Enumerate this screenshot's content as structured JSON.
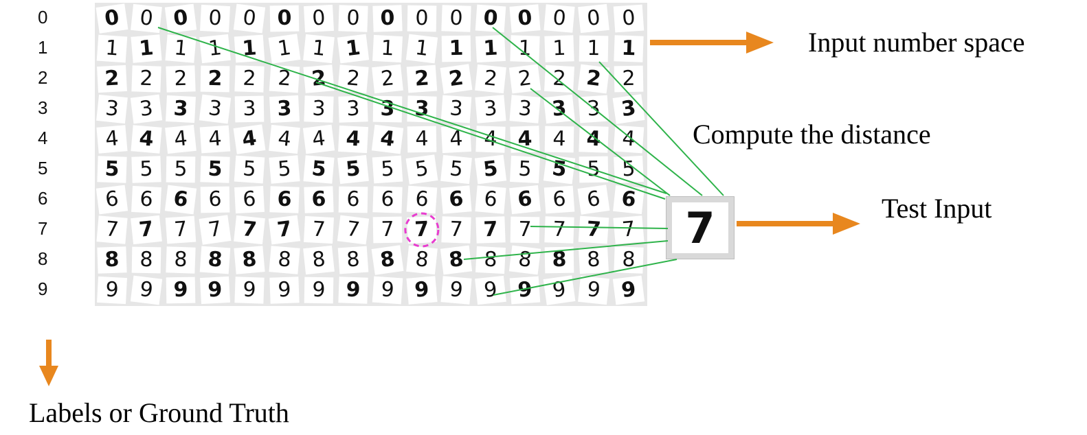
{
  "row_labels": [
    "0",
    "1",
    "2",
    "3",
    "4",
    "5",
    "6",
    "7",
    "8",
    "9"
  ],
  "grid": {
    "rows": 10,
    "cols": 16
  },
  "test_input": {
    "digit": "7"
  },
  "highlight": {
    "row": 7,
    "col": 9,
    "color": "#e83ccf"
  },
  "annotations": {
    "input_number_space": "Input number space",
    "compute_distance": "Compute the distance",
    "test_input": "Test Input",
    "labels": "Labels or Ground Truth"
  },
  "colors": {
    "arrow": "#e8871e",
    "line": "#2eb34a"
  },
  "icons": [
    "arrow-right-icon",
    "arrow-right-icon",
    "arrow-down-icon"
  ]
}
